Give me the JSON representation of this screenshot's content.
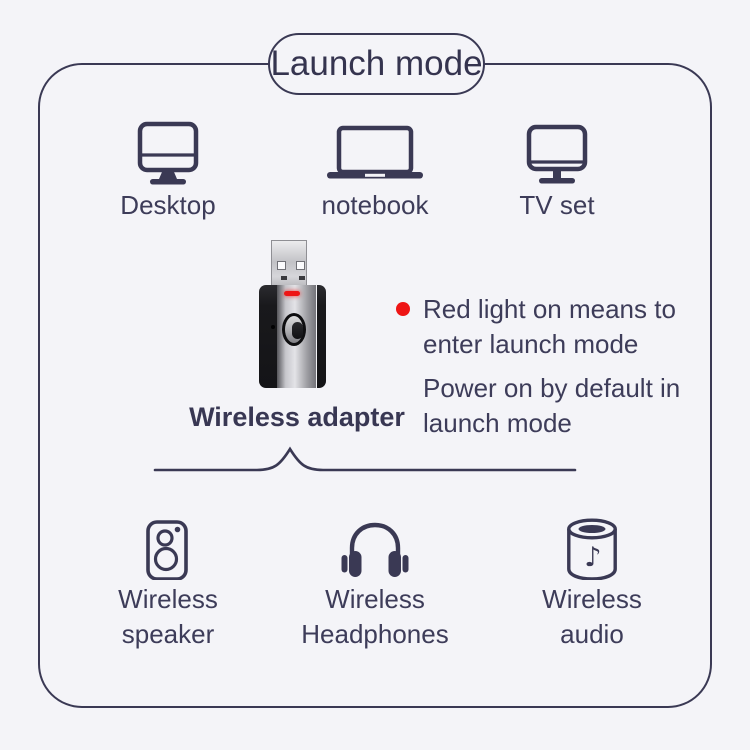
{
  "colors": {
    "background": "#f4f4f8",
    "line": "#3a3954",
    "text": "#3d3c59",
    "red_accent": "#ee1515",
    "adapter_body": "#1a1a1d"
  },
  "title": {
    "label": "Launch mode"
  },
  "devices": [
    {
      "label": "Desktop",
      "icon": "desktop-icon"
    },
    {
      "label": "notebook",
      "icon": "notebook-icon"
    },
    {
      "label": "TV set",
      "icon": "tv-icon"
    }
  ],
  "adapter": {
    "label": "Wireless adapter",
    "led": "red-led-indicator"
  },
  "notes": [
    {
      "bullet": "red-dot-icon",
      "line1": "Red light on means to",
      "line2": "enter launch mode"
    },
    {
      "bullet": "none",
      "line1": "Power on by default in",
      "line2": "launch mode"
    }
  ],
  "outputs": [
    {
      "line1": "Wireless",
      "line2": "speaker",
      "icon": "speaker-icon"
    },
    {
      "line1": "Wireless",
      "line2": "Headphones",
      "icon": "headphones-icon"
    },
    {
      "line1": "Wireless",
      "line2": "audio",
      "icon": "smart-speaker-icon"
    }
  ]
}
